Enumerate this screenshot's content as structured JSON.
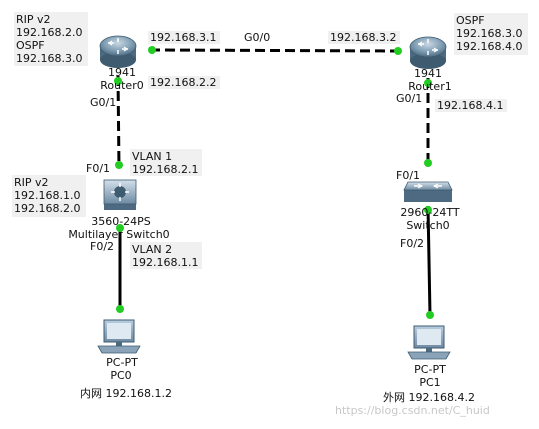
{
  "devices": {
    "router0": {
      "model": "1941",
      "name": "Router0"
    },
    "router1": {
      "model": "1941",
      "name": "Router1"
    },
    "ml_switch0": {
      "model": "3560-24PS",
      "name": "Multilayer Switch0"
    },
    "switch0": {
      "model": "2960-24TT",
      "name": "Switch0"
    },
    "pc0": {
      "model": "PC-PT",
      "name": "PC0",
      "caption": "内网 192.168.1.2"
    },
    "pc1": {
      "model": "PC-PT",
      "name": "PC1",
      "caption": "外网 192.168.4.2"
    }
  },
  "annotations": {
    "router0_routing": [
      "RIP v2",
      "192.168.2.0",
      "OSPF",
      "192.168.3.0"
    ],
    "router1_routing": [
      "OSPF",
      "192.168.3.0",
      "192.168.4.0"
    ],
    "mlswitch_routing": [
      "RIP v2",
      "192.168.1.0",
      "192.168.2.0"
    ]
  },
  "links": {
    "r0_r1_ip_left": "192.168.3.1",
    "r0_r1_port": "G0/0",
    "r0_r1_ip_right": "192.168.3.2",
    "r0_ip_down": "192.168.2.2",
    "r0_port_down": "G0/1",
    "mls_port_up": "F0/1",
    "mls_vlan1": "VLAN 1",
    "mls_vlan1_ip": "192.168.2.1",
    "mls_port_down": "F0/2",
    "mls_vlan2": "VLAN 2",
    "mls_vlan2_ip": "192.168.1.1",
    "r1_port_down": "G0/1",
    "r1_ip_down": "192.168.4.1",
    "sw0_port_up": "F0/1",
    "sw0_port_down": "F0/2"
  },
  "watermark": "https://blog.csdn.net/C_huid",
  "colors": {
    "link": "#000000",
    "port_up": "#22cc22",
    "router_body": "#6f8fa6",
    "switch_body": "#7d96ad"
  }
}
